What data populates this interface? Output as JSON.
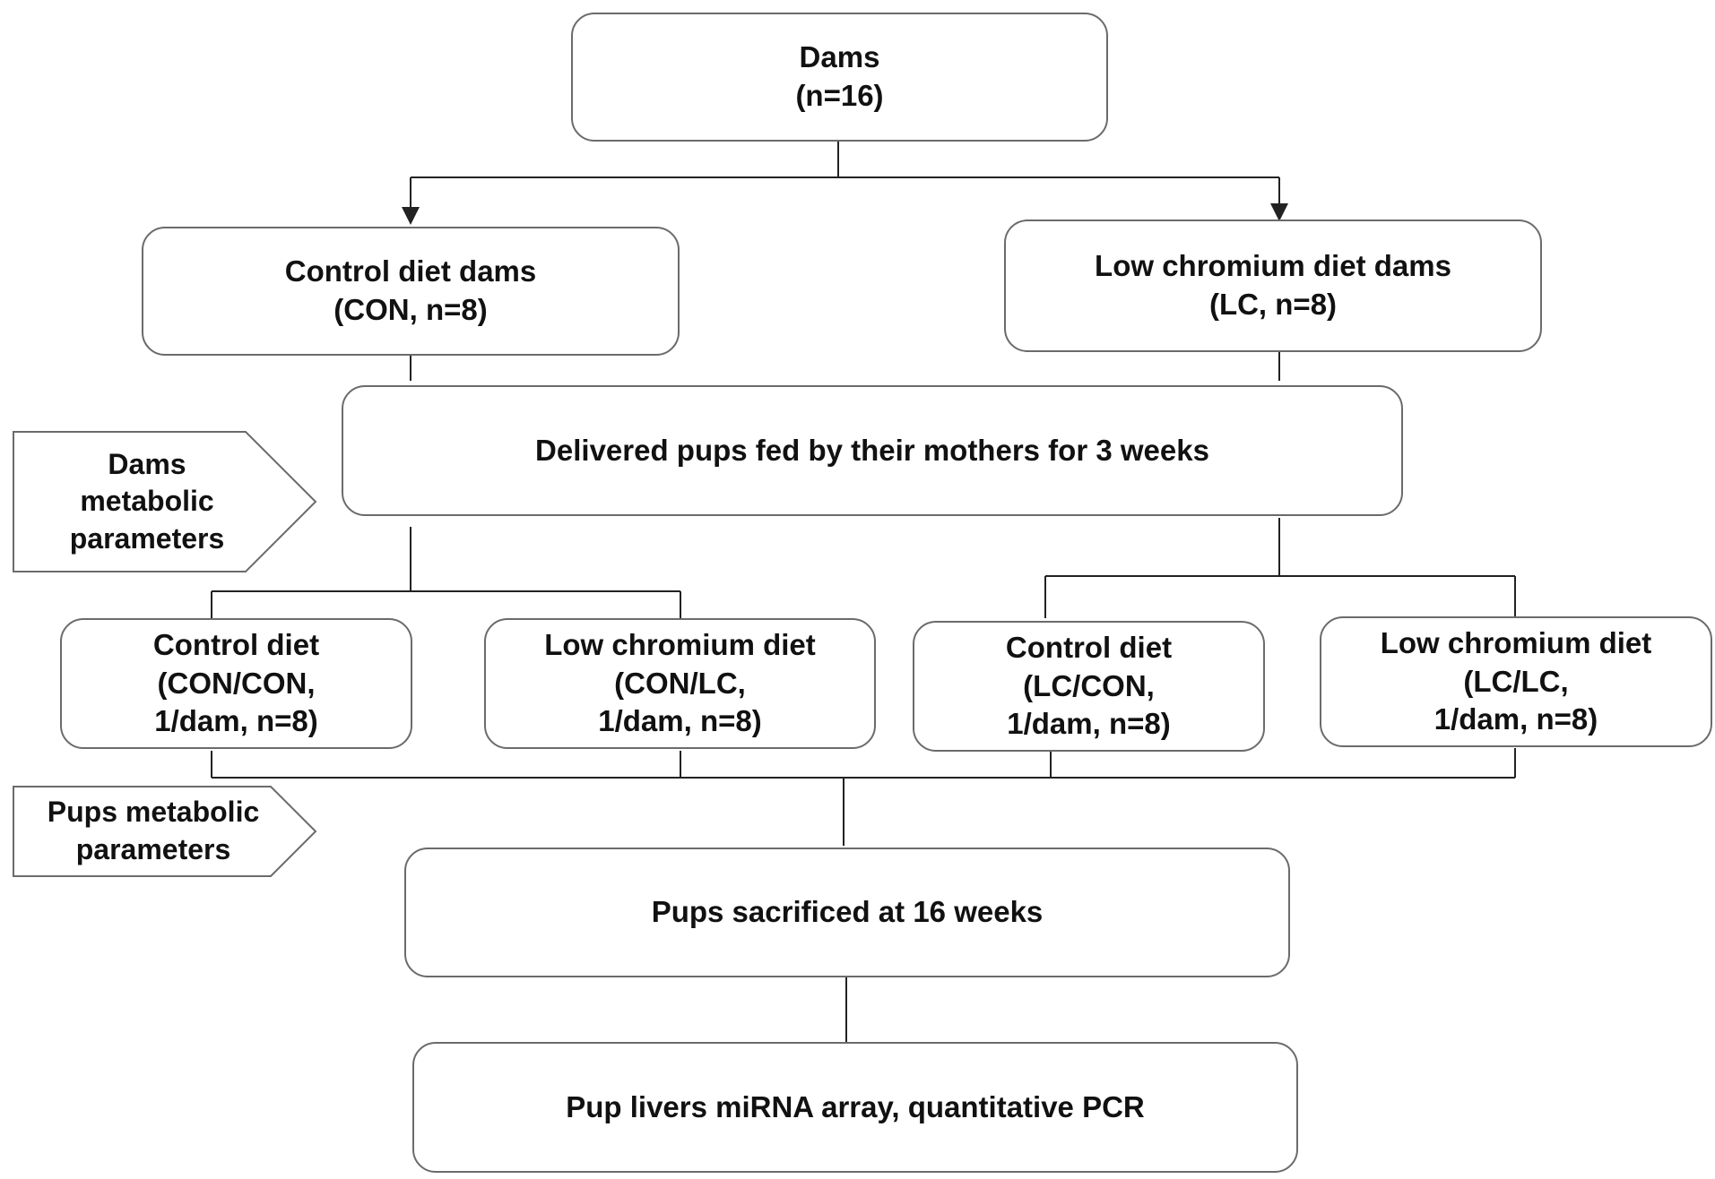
{
  "nodes": {
    "dams": {
      "lines": [
        "Dams",
        "(n=16)"
      ]
    },
    "control_dams": {
      "lines": [
        "Control diet dams",
        "(CON, n=8)"
      ]
    },
    "lc_dams": {
      "lines": [
        "Low chromium diet dams",
        "(LC, n=8)"
      ]
    },
    "delivered": {
      "lines": [
        "Delivered pups fed by their mothers for 3 weeks"
      ]
    },
    "con_con": {
      "lines": [
        "Control diet",
        "(CON/CON,",
        "1/dam, n=8)"
      ]
    },
    "con_lc": {
      "lines": [
        "Low chromium diet",
        "(CON/LC,",
        "1/dam, n=8)"
      ]
    },
    "lc_con": {
      "lines": [
        "Control diet",
        "(LC/CON,",
        "1/dam, n=8)"
      ]
    },
    "lc_lc": {
      "lines": [
        "Low chromium diet",
        "(LC/LC,",
        "1/dam, n=8)"
      ]
    },
    "sacrificed": {
      "lines": [
        "Pups sacrificed at 16 weeks"
      ]
    },
    "array": {
      "lines": [
        "Pup livers miRNA array, quantitative PCR"
      ]
    }
  },
  "tags": {
    "dams_metabolic": {
      "lines": [
        "Dams",
        "metabolic",
        "parameters"
      ]
    },
    "pups_metabolic": {
      "lines": [
        "Pups metabolic",
        "parameters"
      ]
    }
  },
  "colors": {
    "border": "#6b6b6b",
    "line": "#222222",
    "text": "#111111"
  }
}
